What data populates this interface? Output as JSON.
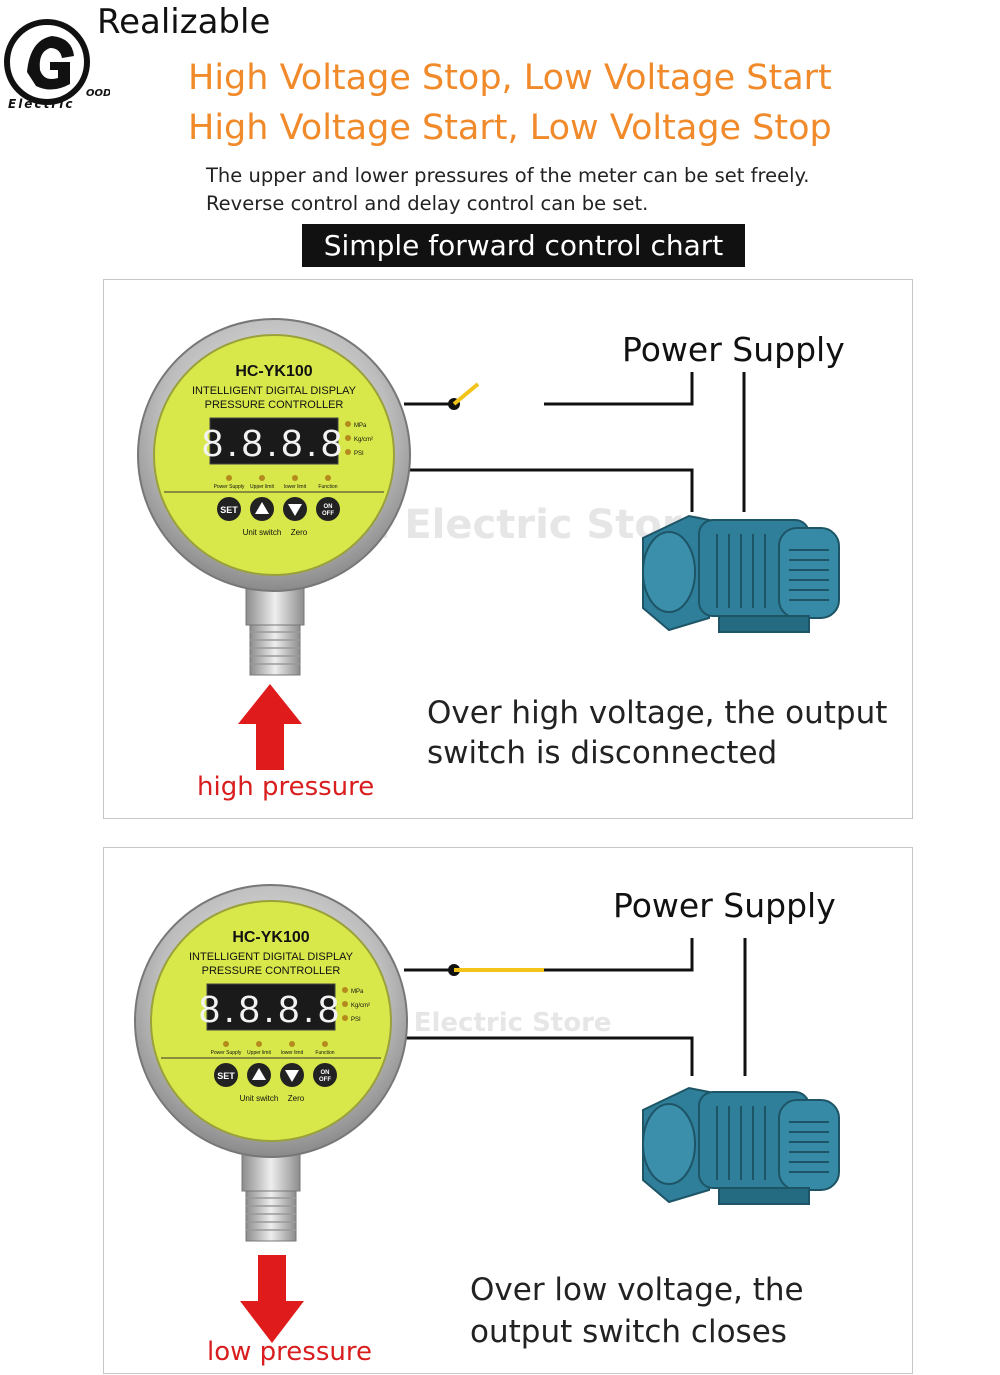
{
  "header": {
    "logo_text": "Electric",
    "logo_badge": "OOD",
    "realizable": "Realizable",
    "line1": "High Voltage Stop, Low Voltage Start",
    "line2": "High Voltage Start, Low Voltage Stop",
    "note1": "The upper and lower pressures of the meter can be set freely.",
    "note2": "Reverse control and delay control can be set.",
    "chart_title": "Simple forward control chart"
  },
  "gauge": {
    "model": "HC-YK100",
    "line1": "INTELLIGENT DIGITAL DISPLAY",
    "line2": "PRESSURE CONTROLLER",
    "display": "8.8.8.8",
    "units": [
      "MPa",
      "Kg/cm²",
      "PSI"
    ],
    "indicators": [
      "Power Supply",
      "Upper limit",
      "lower limit",
      "Function"
    ],
    "buttons": {
      "set": "SET",
      "on": "ON",
      "off": "OFF"
    },
    "footer_left": "Unit switch",
    "footer_right": "Zero"
  },
  "panels": {
    "top": {
      "power_supply": "Power Supply",
      "caption_line1": "Over high voltage, the output",
      "caption_line2": "switch is disconnected",
      "pressure_label": "high pressure",
      "watermark": "Good Electric Store"
    },
    "bottom": {
      "power_supply": "Power Supply",
      "caption_line1": "Over low voltage, the",
      "caption_line2": "output switch closes",
      "pressure_label": "low pressure",
      "watermark": "Good Electric Store"
    }
  },
  "colors": {
    "title_orange": "#f08a2a",
    "gauge_face": "#d8e84a",
    "arrow_red": "#e01b1b",
    "switch_yellow": "#f2c419",
    "pump_blue": "#2f7f9a"
  }
}
